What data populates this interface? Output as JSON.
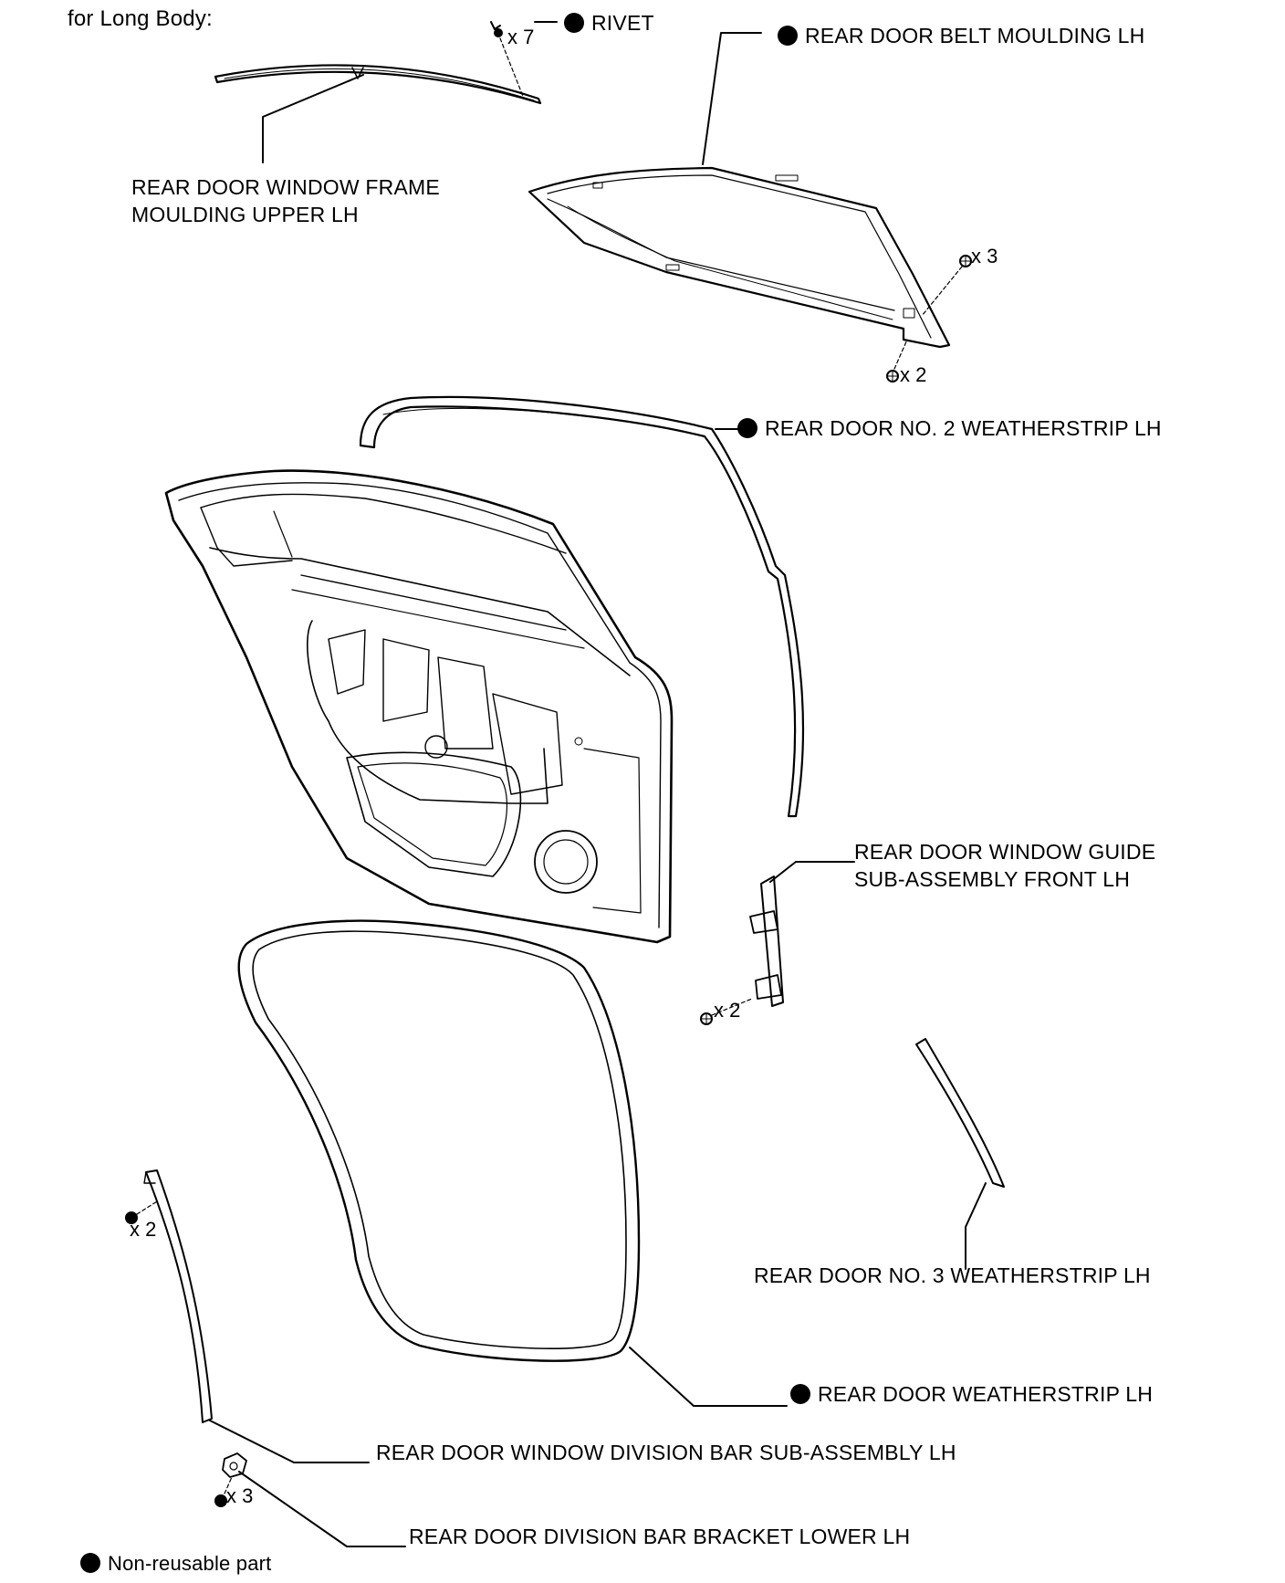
{
  "header": {
    "title": "for Long Body:"
  },
  "labels": {
    "rivet": "RIVET",
    "belt_moulding": "REAR DOOR BELT MOULDING LH",
    "frame_moulding_line1": "REAR DOOR WINDOW FRAME",
    "frame_moulding_line2": "MOULDING UPPER LH",
    "weatherstrip_no2": "REAR DOOR NO. 2 WEATHERSTRIP LH",
    "window_guide_line1": "REAR DOOR WINDOW GUIDE",
    "window_guide_line2": "SUB-ASSEMBLY FRONT LH",
    "weatherstrip_no3": "REAR DOOR NO. 3 WEATHERSTRIP LH",
    "weatherstrip": "REAR DOOR WEATHERSTRIP LH",
    "division_bar": "REAR DOOR WINDOW DIVISION BAR SUB-ASSEMBLY LH",
    "division_bracket": "REAR DOOR DIVISION BAR BRACKET LOWER LH"
  },
  "quantities": {
    "rivet": "x 7",
    "belt_upper": "x 3",
    "belt_lower": "x 2",
    "guide": "x 2",
    "bar_upper": "x 2",
    "bracket": "x 3"
  },
  "legend": {
    "text": "Non-reusable part"
  }
}
